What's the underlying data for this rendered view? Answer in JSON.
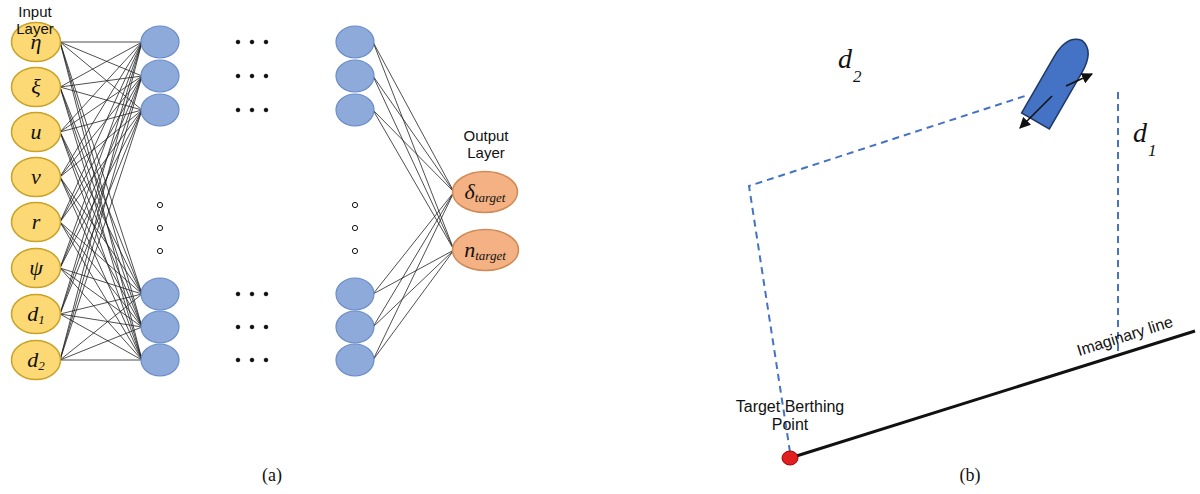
{
  "diagram": {
    "nodes": [
      {
        "text": [
          "η"
        ]
      },
      {
        "text": [
          "ξ"
        ]
      },
      {
        "text": [
          "u"
        ]
      },
      {
        "text": [
          "v"
        ]
      },
      {
        "text": [
          "r"
        ]
      },
      {
        "text": [
          "ψ"
        ]
      },
      {
        "text": [
          "d",
          "1"
        ]
      },
      {
        "text": [
          "d",
          "2"
        ]
      },
      {
        "text": [
          "δ",
          "target"
        ]
      },
      {
        "text": [
          "n",
          "target"
        ]
      }
    ],
    "labels": [
      "Input Layer",
      "Output Layer",
      "(a)",
      "d",
      "2",
      "d",
      "1",
      "Imaginary line",
      "Target Berthing Point",
      "(b)"
    ]
  }
}
